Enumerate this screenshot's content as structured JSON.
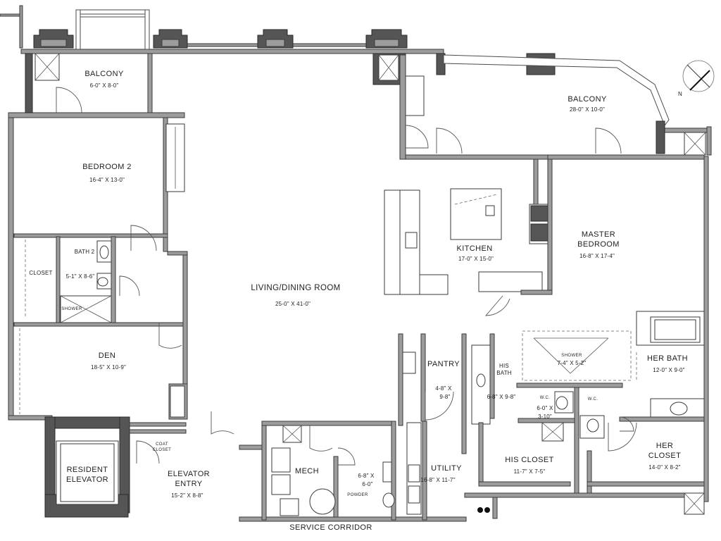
{
  "rooms": {
    "balcony_small": {
      "name": "BALCONY",
      "size": "6-0\" X 8-0\""
    },
    "balcony_large": {
      "name": "BALCONY",
      "size": "28-0\" X 10-0\""
    },
    "bedroom2": {
      "name": "BEDROOM 2",
      "size": "16-4\" X 13-0\""
    },
    "kitchen": {
      "name": "KITCHEN",
      "size": "17-0\" X 15-0\""
    },
    "master_bedroom": {
      "name_line1": "MASTER",
      "name_line2": "BEDROOM",
      "size": "16-8\" X 17-4\""
    },
    "living_dining": {
      "name": "LIVING/DINING ROOM",
      "size": "25-0\" X 41-0\""
    },
    "bath2": {
      "name": "BATH 2",
      "size": "5-1\" X 8-6\""
    },
    "closet": {
      "name": "CLOSET"
    },
    "shower_small": {
      "name": "SHOWER"
    },
    "den": {
      "name": "DEN",
      "size": "18-5\" X 10-9\""
    },
    "pantry": {
      "name": "PANTRY",
      "size_line1": "4-8\" X",
      "size_line2": "9-8\""
    },
    "his_bath": {
      "name_line1": "HIS",
      "name_line2": "BATH",
      "size": "6-8\" X 9-8\""
    },
    "shower_master": {
      "name": "SHOWER",
      "size": "7-4\" X 5-2\""
    },
    "her_bath": {
      "name": "HER BATH",
      "size": "12-0\" X 9-0\""
    },
    "wc_his": {
      "name": "W.C.",
      "size_line1": "6-0\" X",
      "size_line2": "3-10\""
    },
    "wc_her": {
      "name": "W.C."
    },
    "coat_closet": {
      "name_line1": "COAT",
      "name_line2": "CLOSET"
    },
    "resident_elevator": {
      "name_line1": "RESIDENT",
      "name_line2": "ELEVATOR"
    },
    "elevator_entry": {
      "name_line1": "ELEVATOR",
      "name_line2": "ENTRY",
      "size": "15-2\" X 8-8\""
    },
    "mech": {
      "name": "MECH"
    },
    "powder": {
      "name": "POWDER",
      "size_line1": "6-8\" X",
      "size_line2": "6-0\""
    },
    "utility": {
      "name": "UTILITY",
      "size": "16-8\" X 11-7\""
    },
    "his_closet": {
      "name": "HIS CLOSET",
      "size": "11-7\" X 7-5\""
    },
    "her_closet": {
      "name_line1": "HER",
      "name_line2": "CLOSET",
      "size": "14-0\" X 8-2\""
    },
    "service_corridor": {
      "name": "SERVICE CORRIDOR"
    }
  },
  "compass": {
    "label": "N",
    "icon": "north-arrow-icon"
  },
  "colors": {
    "wall": "#9c9c9c",
    "wall_dark": "#555555",
    "line": "#3a3a3a",
    "background": "#ffffff"
  }
}
